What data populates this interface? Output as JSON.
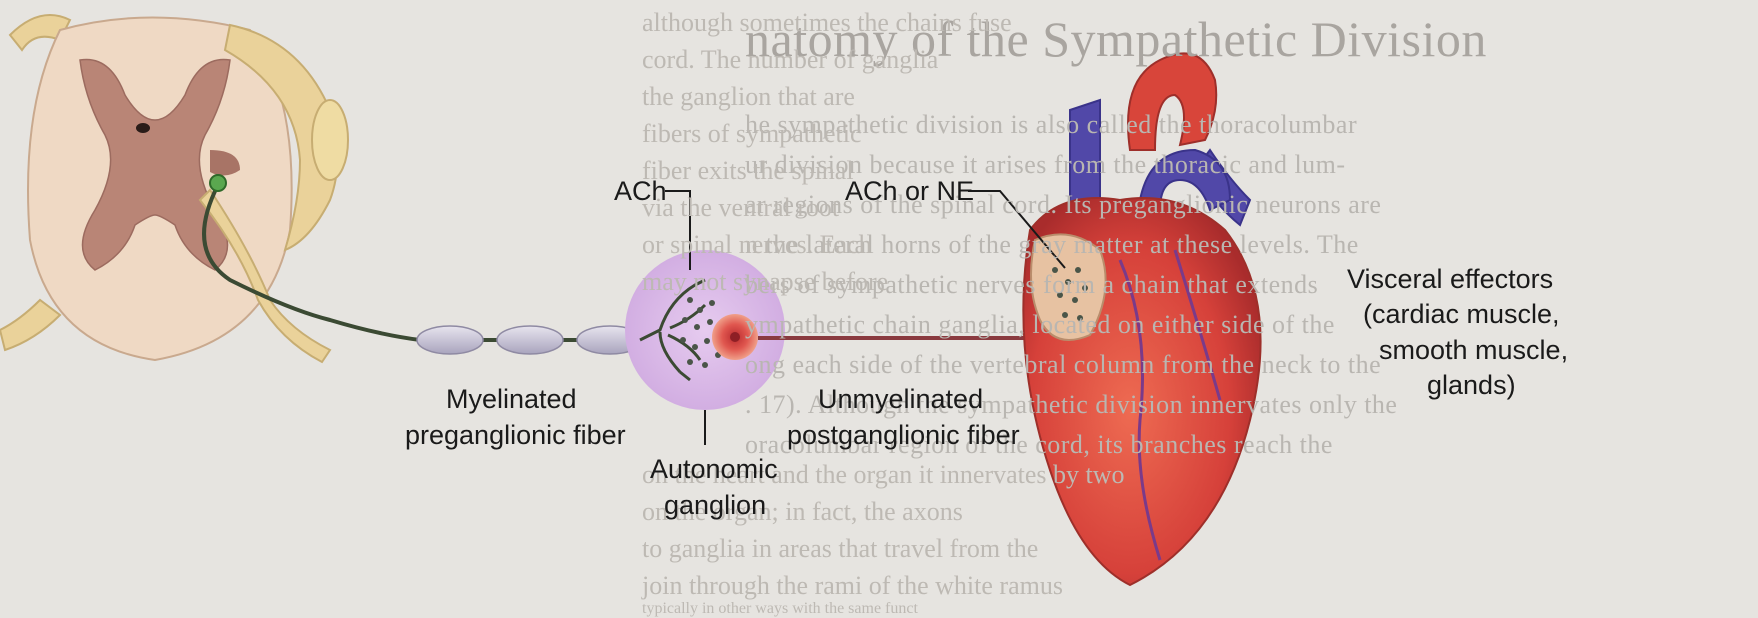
{
  "background_page": {
    "heading": "natomy of the Sympathetic Division",
    "lines": [
      "he sympathetic division is also called the thoracolumbar",
      "ur division because it arises from the thoracic and lum-",
      "ar regions of the spinal cord. Its preganglionic neurons are",
      "n the lateral horns of the gray matter at these levels. The",
      "bers of sympathetic nerves form a chain that extends",
      "ympathetic chain ganglia, located on either side of the",
      "ong each side of the vertebral column from the neck to the",
      ". 17). Although the sympathetic division innervates only the",
      "oracolumbar region of the cord, its branches reach the"
    ],
    "left_column": [
      "although sometimes the chains fuse",
      "cord. The number of ganglia",
      "the ganglion that are",
      "fibers of sympathetic",
      "fiber exits the spinal",
      "via the ventral root",
      "or spinal nerves. Each",
      "may not synapse before",
      "on the heart and the organ it innervates by two",
      "on the organ; in fact, the axons",
      "to ganglia in areas that travel from the",
      "join through the rami of the white ramus",
      "typically in other ways with the same funct"
    ]
  },
  "labels": {
    "ach_ganglion": "ACh",
    "ach_or_ne": "ACh or NE",
    "myelinated_line1": "Myelinated",
    "myelinated_line2": "preganglionic fiber",
    "unmyelinated_line1": "Unmyelinated",
    "unmyelinated_line2": "postganglionic fiber",
    "ganglion_line1": "Autonomic",
    "ganglion_line2": "ganglion",
    "effectors_line1": "Visceral effectors",
    "effectors_line2": "(cardiac muscle,",
    "effectors_line3": "smooth muscle,",
    "effectors_line4": "glands)"
  },
  "colors": {
    "spinal_white_matter": "#efd9c4",
    "spinal_gray_matter": "#b98576",
    "nerve_root": "#ead29a",
    "fiber": "#3b4a33",
    "myelin_sheath": "#cbc8d6",
    "ganglion_halo": "#d9b8e6",
    "postganglionic_fiber": "#8a3a3f",
    "heart_red": "#d8453a",
    "vein_blue": "#5148a8"
  }
}
